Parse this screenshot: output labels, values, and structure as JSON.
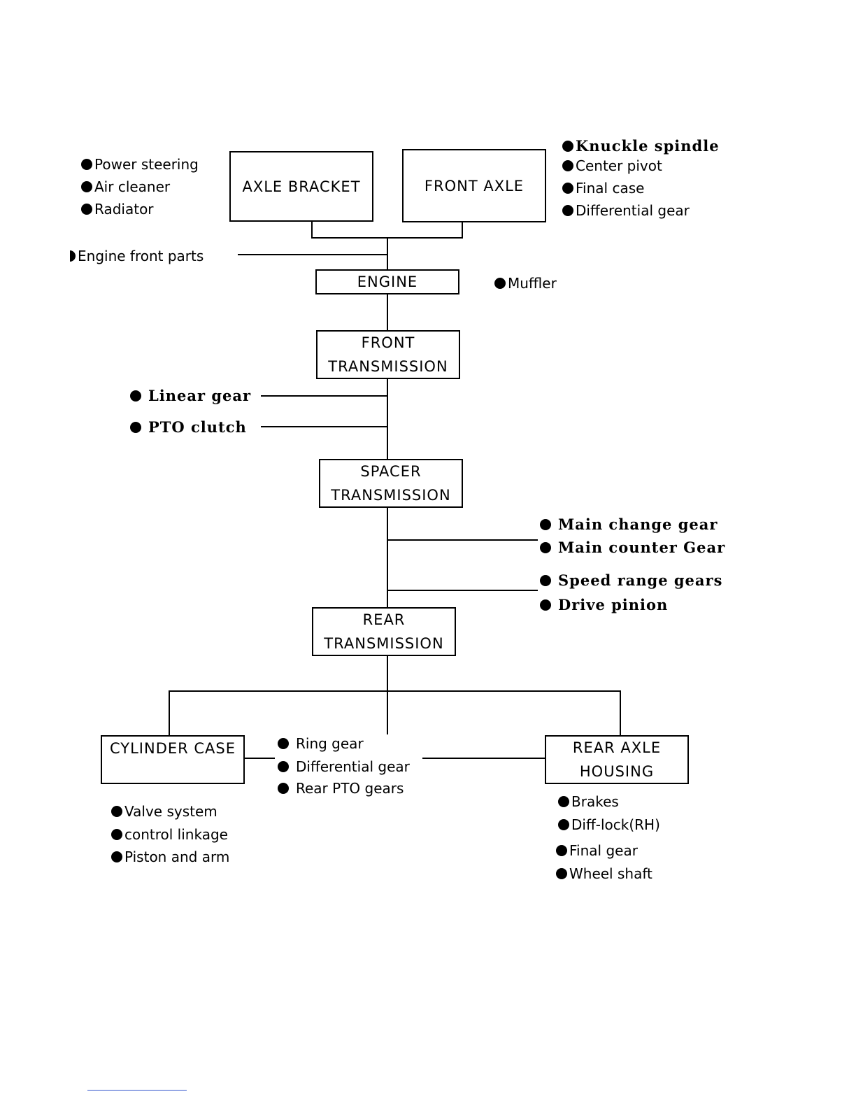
{
  "boxes": {
    "axle_bracket": [
      "AXLE BRACKET"
    ],
    "front_axle": [
      "FRONT AXLE"
    ],
    "engine": [
      "ENGINE"
    ],
    "front_transmission": [
      "FRONT",
      "TRANSMISSION"
    ],
    "spacer_transmission": [
      "SPACER",
      "TRANSMISSION"
    ],
    "rear_transmission": [
      "REAR",
      "TRANSMISSION"
    ],
    "cylinder_case": [
      "CYLINDER CASE"
    ],
    "rear_axle_housing": [
      "REAR AXLE",
      "HOUSING"
    ]
  },
  "labels": {
    "axle_bracket_parts": [
      "Power steering",
      "Air cleaner",
      "Radiator"
    ],
    "front_axle_parts": [
      "Knuckle spindle",
      "Center pivot",
      "Final case",
      "Differential gear"
    ],
    "engine_front": "Engine front parts",
    "muffler": "Muffler",
    "front_transmission_parts": [
      "Linear gear",
      "PTO clutch"
    ],
    "spacer_parts_a": [
      "Main change gear",
      "Main counter Gear"
    ],
    "spacer_parts_b": [
      "Speed range gears",
      "Drive pinion"
    ],
    "rear_transmission_parts": [
      "Ring gear",
      "Differential gear",
      "Rear PTO gears"
    ],
    "cylinder_case_parts": [
      "Valve system",
      "control linkage",
      "Piston and arm"
    ],
    "rear_axle_parts": [
      "Brakes",
      "Diff-lock(RH)",
      "Final gear",
      "Wheel shaft"
    ]
  }
}
